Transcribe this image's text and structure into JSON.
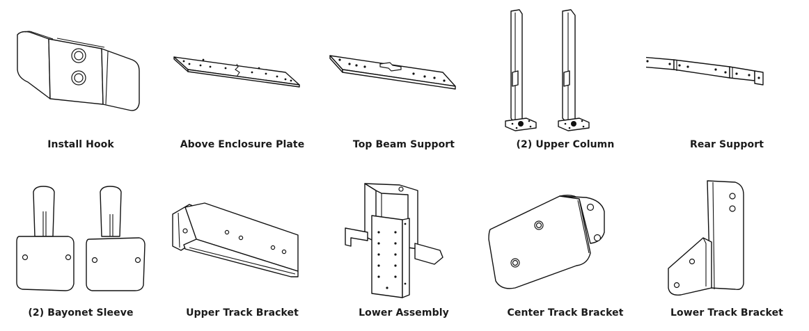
{
  "parts": [
    {
      "id": "install-hook",
      "label": "Install Hook"
    },
    {
      "id": "above-enclosure-plate",
      "label": "Above Enclosure Plate"
    },
    {
      "id": "top-beam-support",
      "label": "Top Beam Support"
    },
    {
      "id": "upper-column",
      "label": "(2) Upper Column"
    },
    {
      "id": "rear-support",
      "label": "Rear Support"
    },
    {
      "id": "bayonet-sleeve",
      "label": "(2) Bayonet Sleeve"
    },
    {
      "id": "upper-track-bracket",
      "label": "Upper Track Bracket"
    },
    {
      "id": "lower-assembly",
      "label": "Lower Assembly"
    },
    {
      "id": "center-track-bracket",
      "label": "Center Track Bracket"
    },
    {
      "id": "lower-track-bracket",
      "label": "Lower Track Bracket"
    }
  ]
}
